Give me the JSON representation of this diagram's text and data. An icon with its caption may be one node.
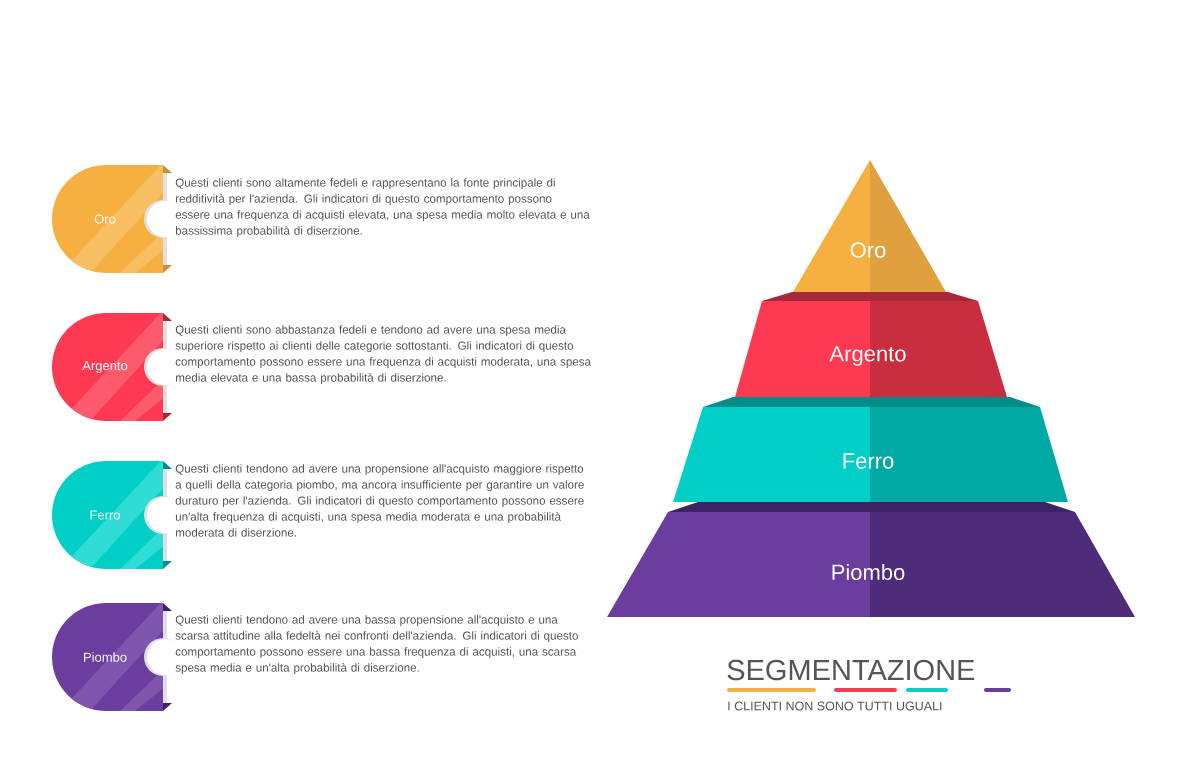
{
  "diagram": {
    "title": "SEGMENTAZIONE",
    "caption": "I CLIENTI NON SONO TUTTI UGUALI",
    "nodes": [
      {
        "text": [
          "Oro"
        ],
        "beside": [
          "Questi clienti sono altamente fedeli e rappresentano la fonte principale di redditività per l'azienda. Gli indicatori di questo comportamento possono essere una frequenza di acquisti elevata, una spesa media molto elevata e una bassissima probabilità di diserzione."
        ]
      },
      {
        "text": [
          "Argento"
        ],
        "beside": [
          "Questi clienti sono abbastanza fedeli e tendono ad avere una spesa media superiore rispetto ai clienti delle categorie sottostanti. Gli indicatori di questo comportamento possono essere una frequenza di acquisti moderata, una spesa media elevata e una bassa probabilità di diserzione."
        ]
      },
      {
        "text": [
          "Ferro"
        ],
        "beside": [
          "Questi clienti tendono ad avere una propensione all'acquisto maggiore rispetto a quelli della categoria piombo, ma ancora insufficiente per garantire un valore duraturo per l'azienda. Gli indicatori di questo comportamento possono essere un'alta frequenza di acquisti, una spesa media moderata e una probabilità moderata di diserzione."
        ]
      },
      {
        "text": [
          "Piombo"
        ],
        "beside": [
          "Questi clienti tendono ad avere una bassa propensione all'acquisto e una scarsa attitudine alla fedeltà nei confronti dell'azienda. Gli indicatori di questo comportamento possono essere una bassa frequenza di acquisti, una scarsa spesa media e un'alta probabilità di diserzione."
        ]
      },
      {
        "text": [
          "Oro"
        ]
      },
      {
        "text": [
          "Argento"
        ]
      },
      {
        "text": [
          "Ferro"
        ]
      },
      {
        "text": [
          "Piombo"
        ]
      }
    ]
  }
}
